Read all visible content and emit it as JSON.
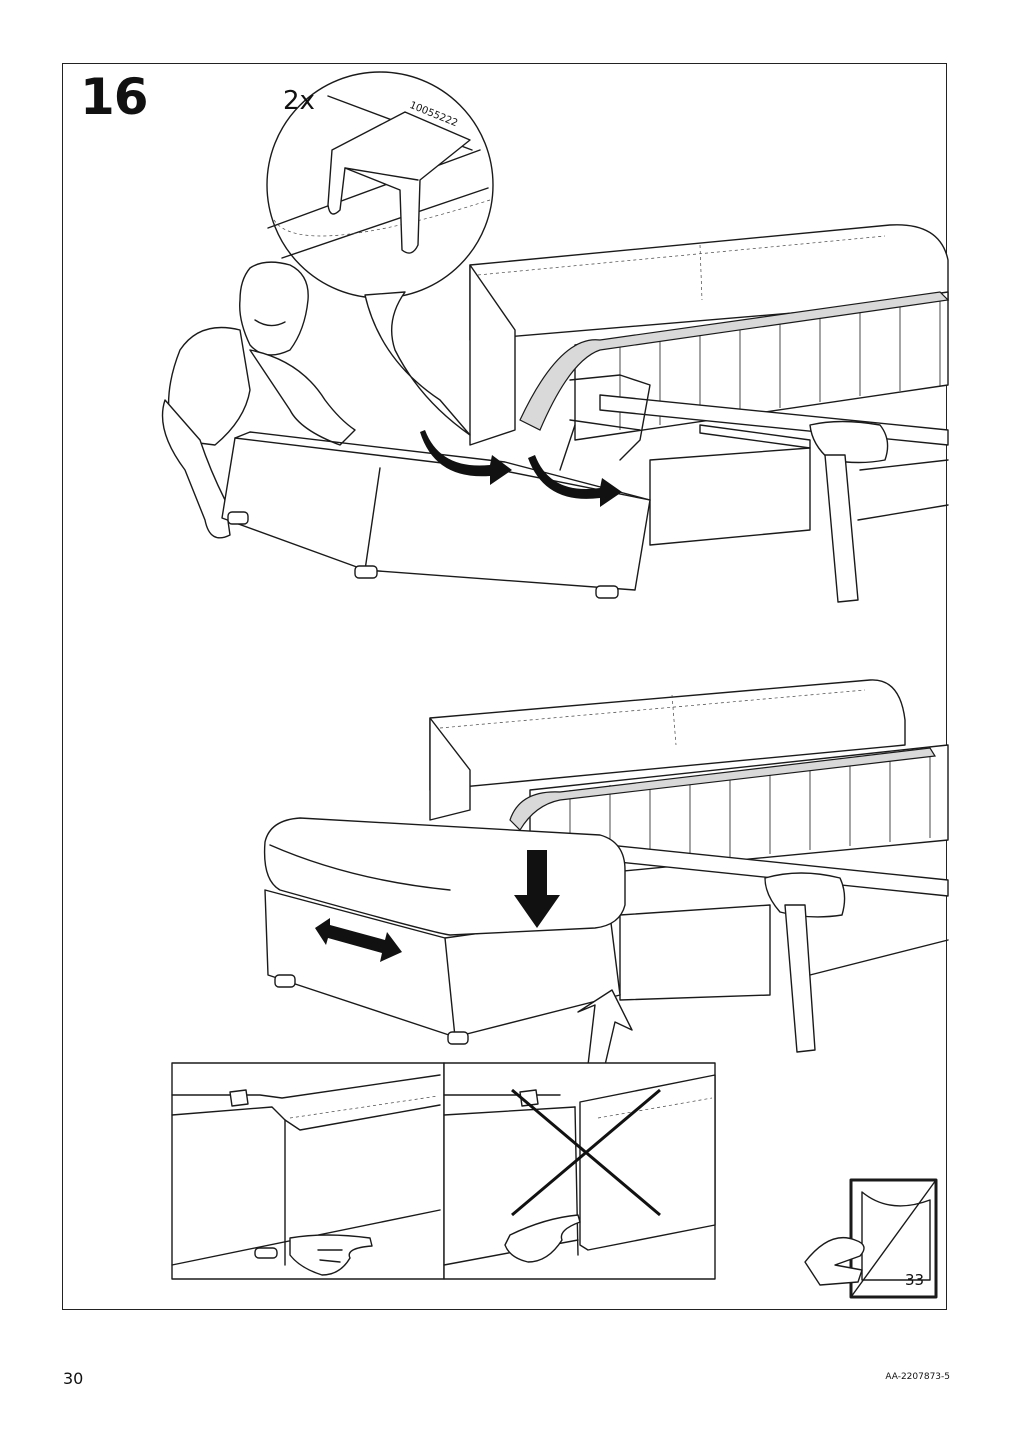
{
  "step": {
    "number": "16"
  },
  "detail": {
    "quantity": "2x",
    "part_number": "10055222"
  },
  "page_reference": "33",
  "footer": {
    "page_number": "30",
    "document_code": "AA-2207873-5"
  },
  "icons": [
    "person-icon",
    "connector-clip-icon",
    "rotation-arrow-icon",
    "down-arrow-icon",
    "double-arrow-icon",
    "pointing-hand-icon",
    "cross-mark-icon",
    "page-turn-icon"
  ]
}
